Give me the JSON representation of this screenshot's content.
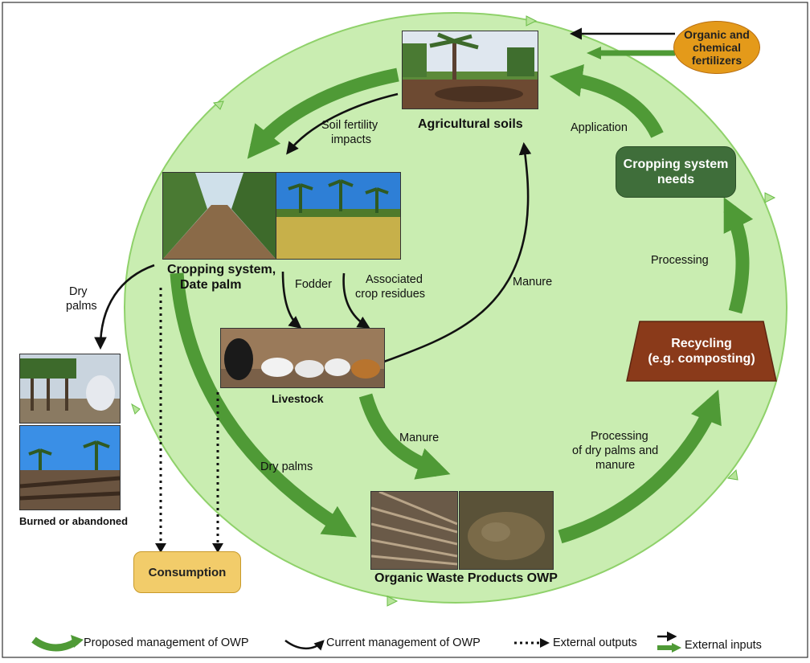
{
  "nodes": {
    "agri_soils": "Agricultural soils",
    "cropping_system_line1": "Cropping system,",
    "cropping_system_line2": "Date palm",
    "livestock": "Livestock",
    "owp": "Organic Waste Products OWP",
    "burned": "Burned or abandoned",
    "consumption": "Consumption",
    "recycling_line1": "Recycling",
    "recycling_line2": "(e.g. composting)",
    "cropping_needs_line1": "Cropping system",
    "cropping_needs_line2": "needs",
    "fertilizers_line1": "Organic and",
    "fertilizers_line2": "chemical",
    "fertilizers_line3": "fertilizers"
  },
  "edge_labels": {
    "soil_fertility_line1": "Soil fertility",
    "soil_fertility_line2": "impacts",
    "application": "Application",
    "processing": "Processing",
    "dry_palms_left_line1": "Dry",
    "dry_palms_left_line2": "palms",
    "fodder": "Fodder",
    "assoc_line1": "Associated",
    "assoc_line2": "crop residues",
    "manure_up": "Manure",
    "manure_down": "Manure",
    "dry_palms_mid": "Dry palms",
    "processing_dry_line1": "Processing",
    "processing_dry_line2": "of dry palms and",
    "processing_dry_line3": "manure"
  },
  "legend": {
    "proposed": "Proposed management of OWP",
    "current": "Current management of OWP",
    "external_outputs": "External outputs",
    "external_inputs": "External inputs"
  },
  "colors": {
    "circle_fill": "#c9edb1",
    "circle_stroke": "#8fd16a",
    "green_arrow": "#4f9a36",
    "recycling": "#8a3a1a",
    "needs": "#3f6e3a",
    "consumption": "#f2cc6a",
    "fertilizers": "#e49a1a"
  }
}
